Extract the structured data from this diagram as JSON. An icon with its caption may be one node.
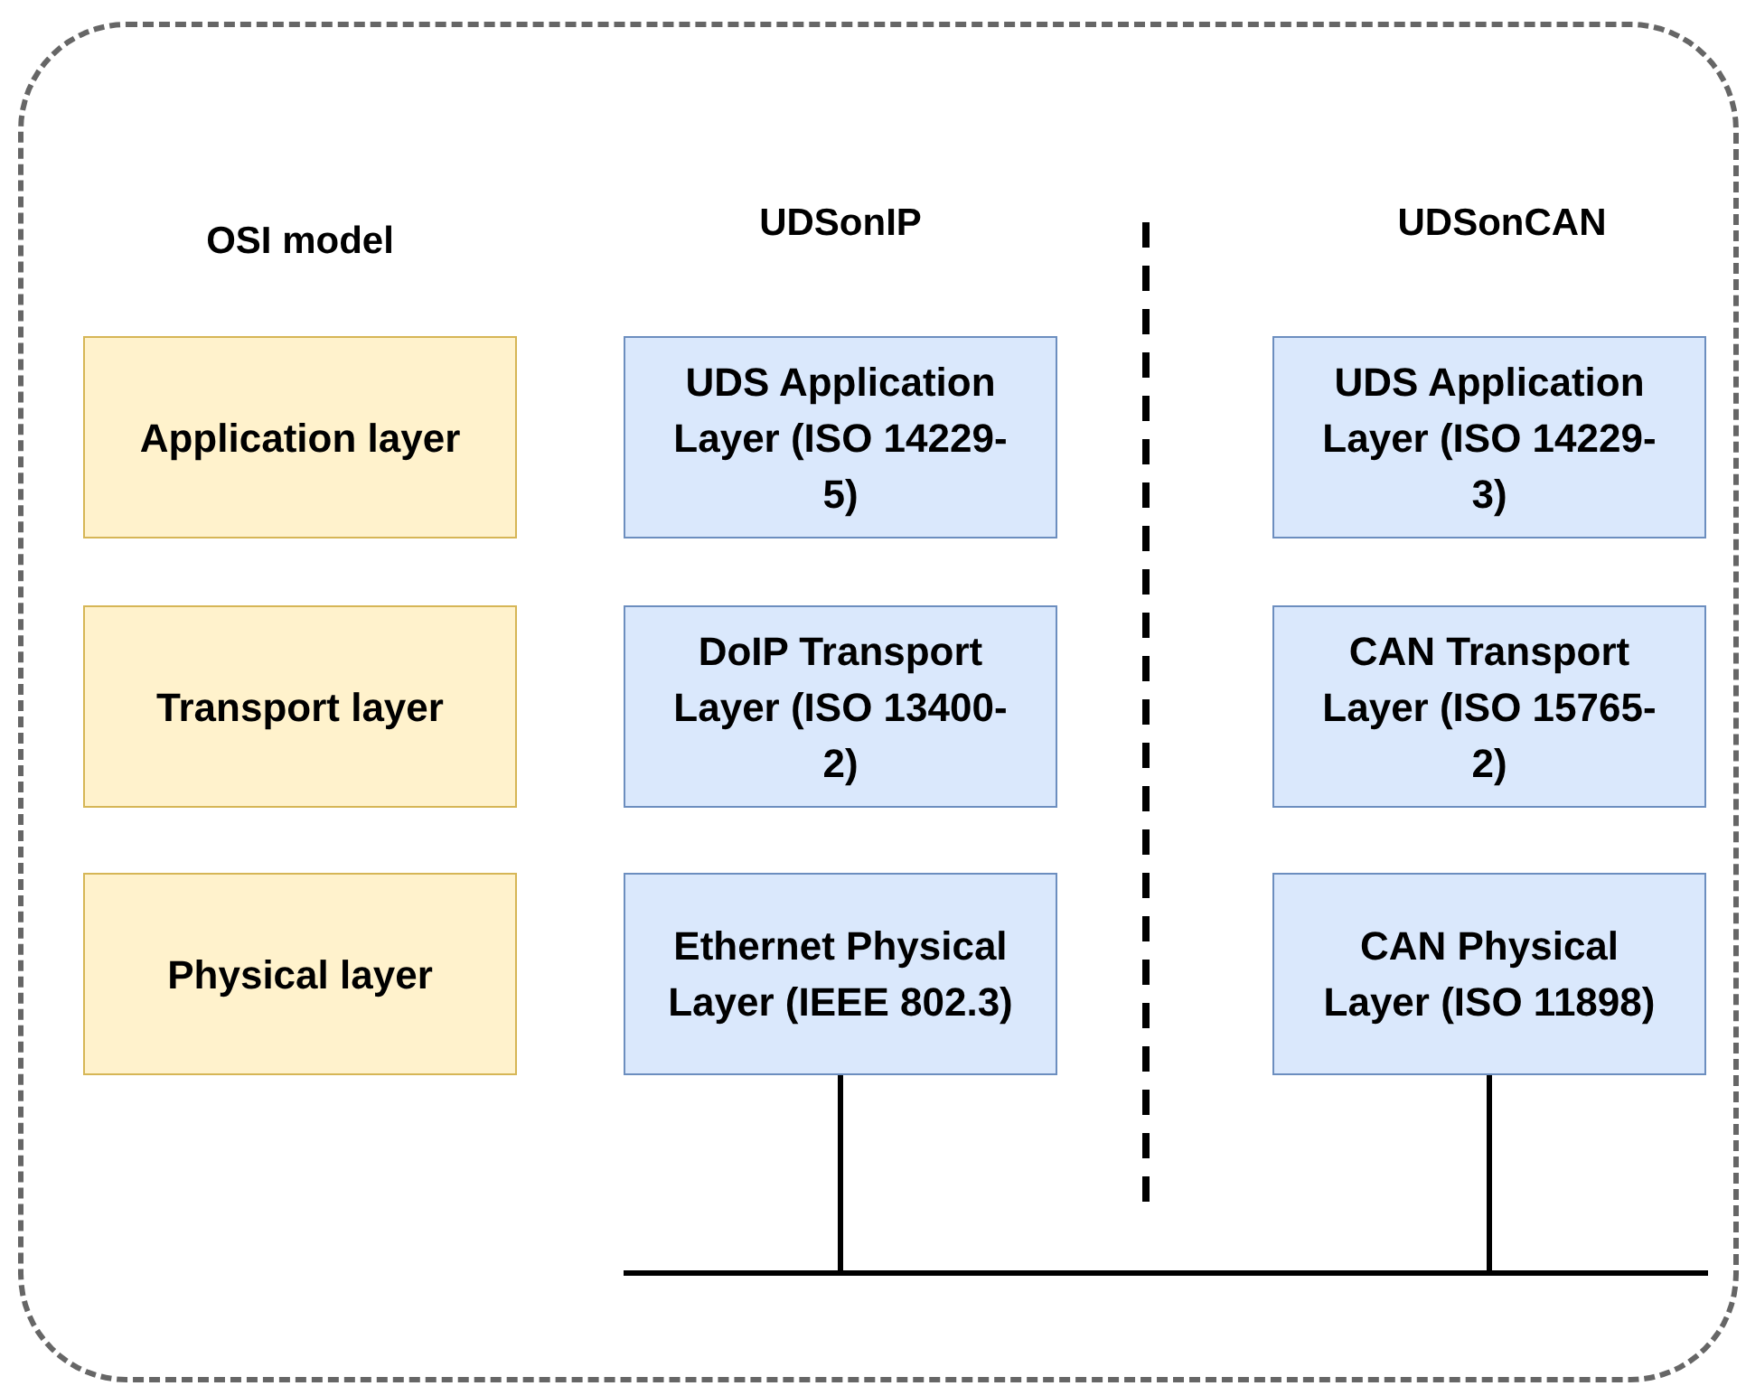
{
  "diagram": {
    "nodes": [
      {
        "text": [],
        "shape": "box"
      },
      {
        "text": [
          "Application layer"
        ],
        "in": 0
      },
      {
        "text": [
          "UDS Application Layer (ISO 14229-5)"
        ],
        "in": 0
      },
      {
        "text": [
          "UDS Application Layer (ISO 14229-3)"
        ],
        "in": 0
      },
      {
        "text": [
          "Transport layer"
        ],
        "in": 0
      },
      {
        "text": [
          "DoIP Transport Layer (ISO 13400-2)"
        ],
        "in": 0
      },
      {
        "text": [
          "CAN Transport Layer (ISO 15765-2)"
        ],
        "in": 0
      },
      {
        "text": [
          "Physical layer"
        ],
        "in": 0
      },
      {
        "text": [
          "Ethernet Physical Layer (IEEE 802.3)"
        ],
        "in": 0
      },
      {
        "text": [
          "CAN Physical Layer (ISO 11898)"
        ],
        "in": 0
      },
      {
        "text": [],
        "shape": "bar",
        "in": 0
      }
    ],
    "edges": [
      {
        "from": 8,
        "to": 10,
        "arrow": "none"
      },
      {
        "from": 9,
        "to": 10,
        "arrow": "none"
      }
    ],
    "labels": [
      "OSI model",
      "UDSonIP",
      "UDSonCAN"
    ]
  }
}
